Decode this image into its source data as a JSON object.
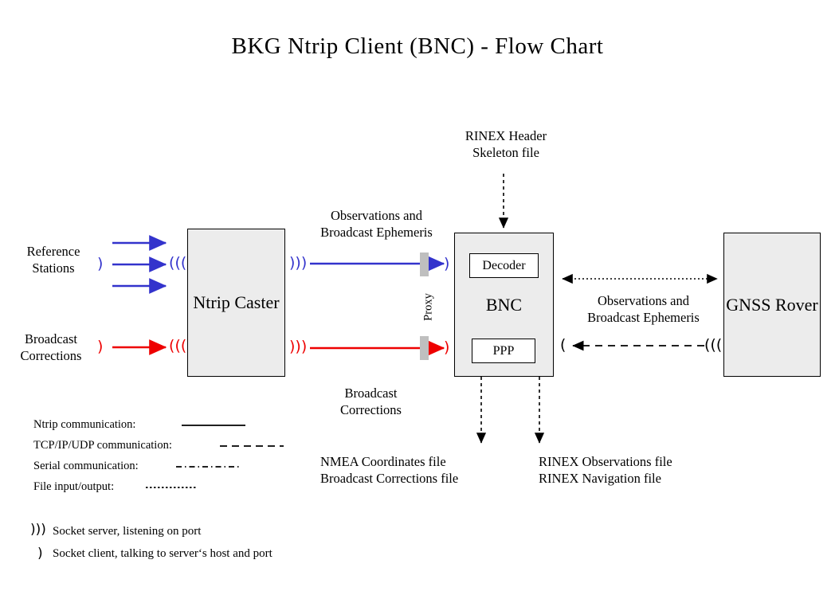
{
  "title": "BKG Ntrip Client (BNC)  -  Flow Chart",
  "boxes": {
    "caster": "Ntrip\nCaster",
    "bnc": "BNC",
    "decoder": "Decoder",
    "ppp": "PPP",
    "rover": "GNSS\nRover"
  },
  "labels": {
    "reference_stations": "Reference\nStations",
    "broadcast_corrections_in": "Broadcast\nCorrections",
    "observations_ephemeris_left": "Observations and\nBroadcast Ephemeris",
    "broadcast_corrections_mid": "Broadcast\nCorrections",
    "rinex_skeleton": "RINEX Header\nSkeleton file",
    "observations_ephemeris_right": "Observations and\nBroadcast Ephemeris",
    "proxy": "Proxy",
    "nmea_output": "NMEA Coordinates file\nBroadcast Corrections file",
    "rinex_output": "RINEX Observations file\nRINEX Navigation file"
  },
  "legend": {
    "lines": [
      {
        "text": "Ntrip communication:",
        "style": "solid"
      },
      {
        "text": "TCP/IP/UDP communication:",
        "style": "dashed"
      },
      {
        "text": "Serial communication:",
        "style": "dashdot"
      },
      {
        "text": "File input/output:",
        "style": "dotted"
      }
    ],
    "sockets": [
      {
        "icon": "socket-server-icon",
        "text": "Socket server, listening on port"
      },
      {
        "icon": "socket-client-icon",
        "text": "Socket client, talking to server‘s host and port"
      }
    ]
  },
  "colors": {
    "ntrip_blue": "#3333cc",
    "correction_red": "#ee0000",
    "box_fill": "#ececec",
    "proxy_gray": "#bfbfbf",
    "stroke": "#000000"
  }
}
